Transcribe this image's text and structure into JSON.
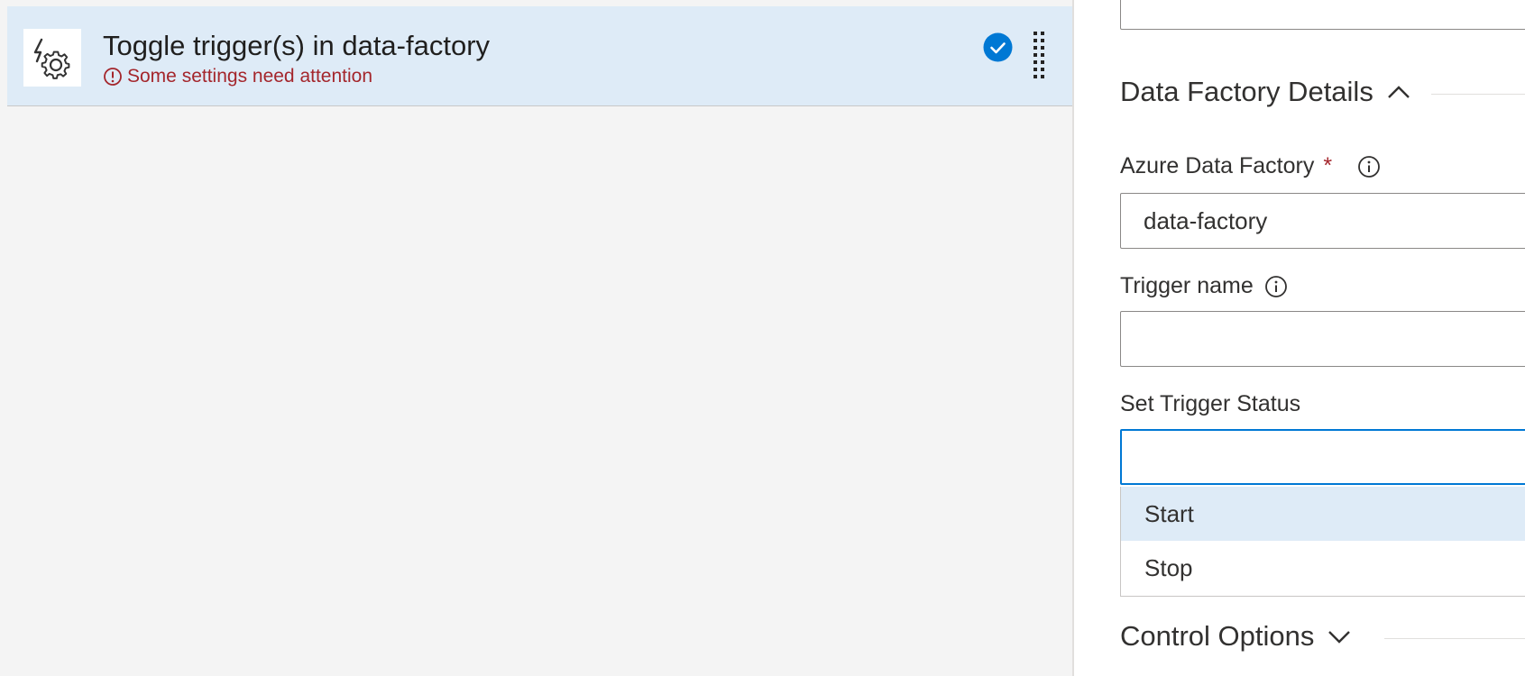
{
  "task": {
    "title": "Toggle trigger(s) in data-factory",
    "warning": "Some settings need attention"
  },
  "details": {
    "section_title": "Data Factory Details",
    "adf_label": "Azure Data Factory",
    "adf_required": "*",
    "adf_value": "data-factory",
    "trigger_name_label": "Trigger name",
    "trigger_name_value": "",
    "trigger_status_label": "Set Trigger Status",
    "trigger_status_value": "",
    "trigger_status_options": [
      "Start",
      "Stop"
    ]
  },
  "control_options": {
    "section_title": "Control Options"
  },
  "colors": {
    "accent": "#0078d4",
    "error": "#a4262c",
    "selected_bg": "#deebf7"
  },
  "icons": {
    "task": "lightning-gear-icon",
    "warning": "error-circle-icon",
    "selected": "check-circle-icon",
    "drag": "drag-handle-icon",
    "info": "info-icon",
    "expand": "chevron-up-icon",
    "collapse": "chevron-down-icon"
  }
}
